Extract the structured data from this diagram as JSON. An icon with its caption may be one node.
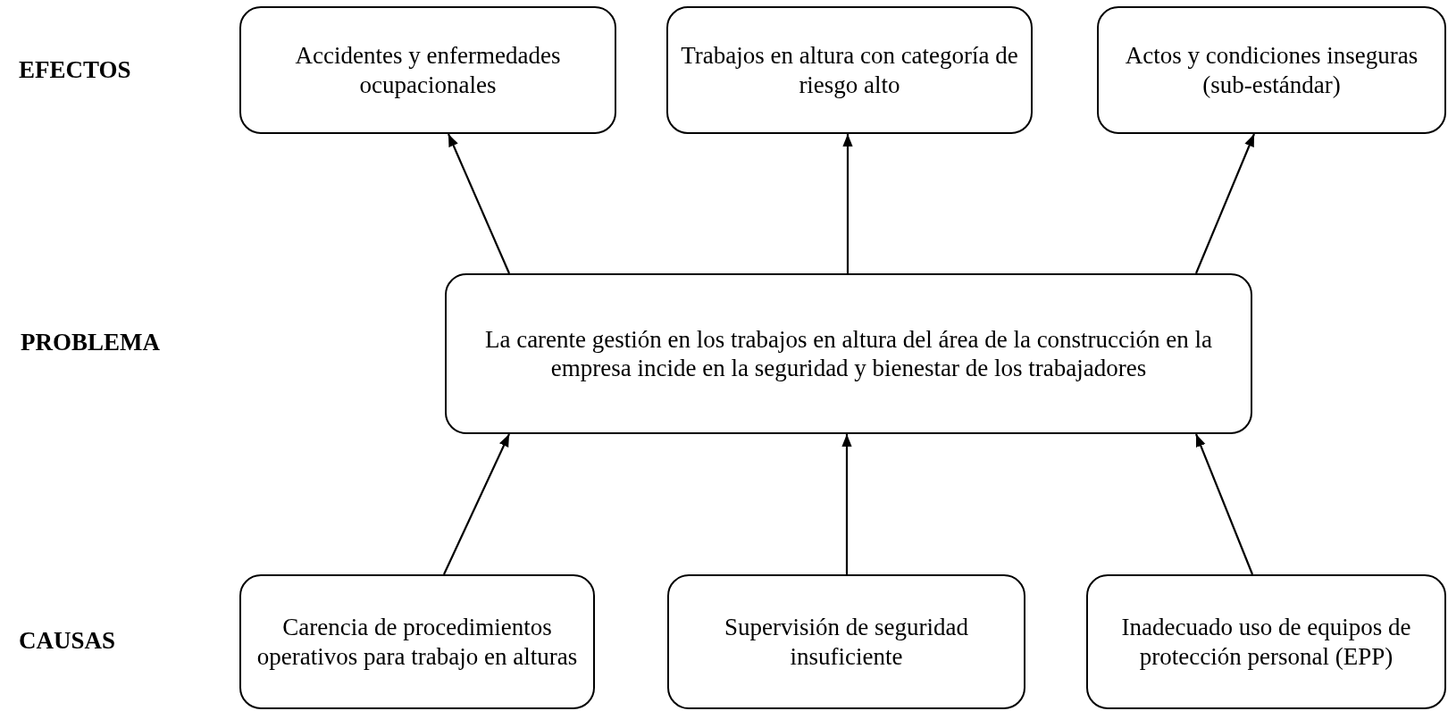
{
  "diagram": {
    "nodes": [
      {
        "text": [
          "Accidentes y enfermedades ocupacionales"
        ]
      },
      {
        "text": [
          "Trabajos en altura con categoría de riesgo alto"
        ]
      },
      {
        "text": [
          "Actos y condiciones inseguras (sub-estándar)"
        ]
      },
      {
        "text": [
          "La carente gestión en los trabajos en altura del área de la construcción en la empresa incide en la seguridad y bienestar de los trabajadores"
        ]
      },
      {
        "text": [
          "Carencia de procedimientos operativos para trabajo en alturas"
        ]
      },
      {
        "text": [
          "Supervisión de seguridad insuficiente"
        ]
      },
      {
        "text": [
          "Inadecuado uso de equipos de protección personal (EPP)"
        ]
      }
    ],
    "edges": [
      {
        "from": 3,
        "to": 0,
        "arrow": "to"
      },
      {
        "from": 3,
        "to": 1,
        "arrow": "to"
      },
      {
        "from": 3,
        "to": 2,
        "arrow": "to"
      },
      {
        "from": 4,
        "to": 3,
        "arrow": "to"
      },
      {
        "from": 5,
        "to": 3,
        "arrow": "to"
      },
      {
        "from": 6,
        "to": 3,
        "arrow": "to"
      }
    ],
    "labels": [
      "EFECTOS",
      "PROBLEMA",
      "CAUSAS"
    ]
  }
}
